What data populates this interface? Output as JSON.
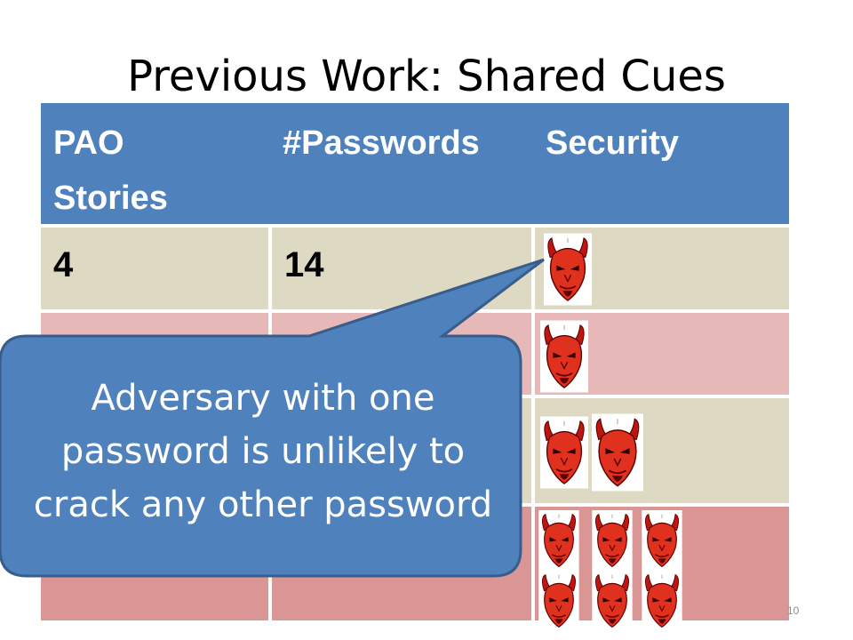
{
  "slide": {
    "title": "Previous Work: Shared Cues",
    "page_number": "10"
  },
  "table": {
    "headers": [
      "PAO Stories",
      "#Passwords",
      "Security"
    ],
    "header_line1": "PAO",
    "header_line2": "Stories",
    "rows": [
      {
        "pao": "4",
        "passwords": "14",
        "devils": 1
      },
      {
        "pao": "",
        "passwords": "",
        "devils": 1
      },
      {
        "pao": "",
        "passwords": "",
        "devils": 2
      },
      {
        "pao": "",
        "passwords": "",
        "devils": 6
      }
    ],
    "colors": {
      "header": "#4f81bd",
      "row_tan": "#ddd9c3",
      "row_pink_light": "#e6b9b8",
      "row_pink_dark": "#d99694"
    }
  },
  "callout": {
    "line1": "Adversary with one",
    "line2": "password is unlikely to",
    "line3": "crack any other password",
    "color": "#4f81bd"
  },
  "icons": {
    "adversary": "devil-icon"
  }
}
